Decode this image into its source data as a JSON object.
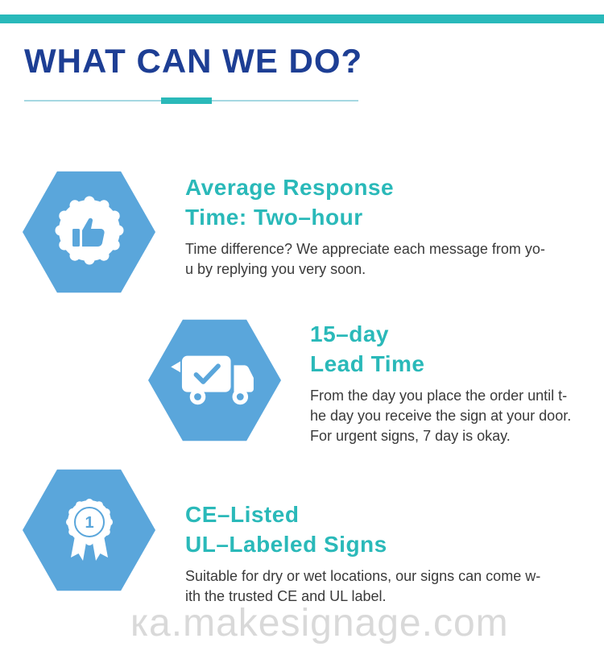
{
  "page": {
    "title": "WHAT CAN WE DO?",
    "watermark": "ка.makesignage.com"
  },
  "colors": {
    "top_bar": "#29b9ba",
    "title": "#1d3e94",
    "accent_teal": "#2ab9b9",
    "hexagon_blue": "#5aa6db",
    "body_text": "#3a3a3a",
    "divider_thin": "#a5d8e2",
    "watermark": "#d9d9d9"
  },
  "features": [
    {
      "icon": "thumbs-up-badge-icon",
      "heading_lines": [
        "Average Response",
        "Time: Two–hour"
      ],
      "body_lines": [
        "Time difference? We appreciate each message from yo-",
        "u by replying you very soon."
      ]
    },
    {
      "icon": "delivery-truck-icon",
      "heading_lines": [
        "15–day",
        "Lead Time"
      ],
      "body_lines": [
        "From the day you place the order until t-",
        "he day you receive the sign at your door.",
        "For urgent signs, 7 day is okay."
      ]
    },
    {
      "icon": "award-ribbon-icon",
      "heading_lines": [
        "CE–Listed",
        "UL–Labeled Signs"
      ],
      "body_lines": [
        "Suitable for dry or wet locations, our signs can come w-",
        "ith the trusted CE and UL label."
      ]
    }
  ]
}
